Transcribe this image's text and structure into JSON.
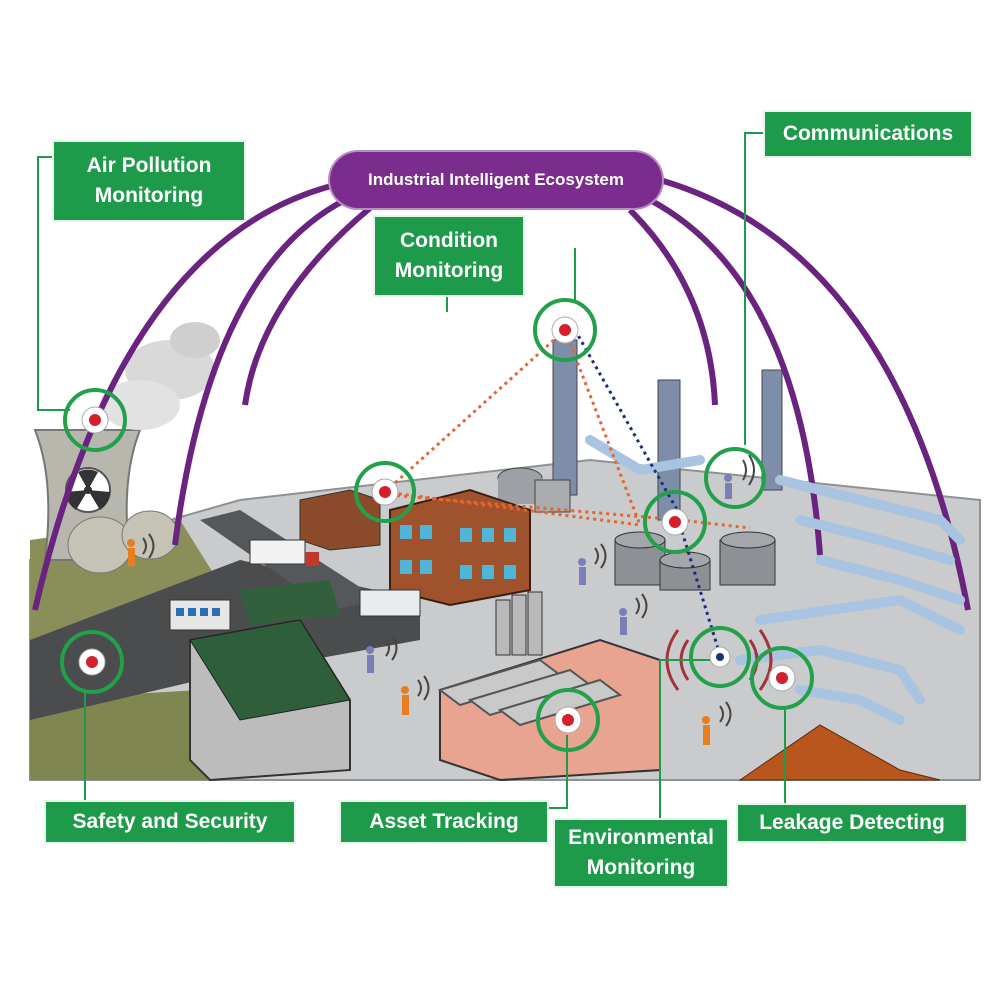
{
  "hub": {
    "title": "Industrial Intelligent Ecosystem"
  },
  "labels": {
    "air_pollution": "Air Pollution\nMonitoring",
    "communications": "Communications",
    "condition": "Condition\nMonitoring",
    "safety": "Safety and Security",
    "asset": "Asset Tracking",
    "environmental": "Environmental\nMonitoring",
    "leakage": "Leakage Detecting"
  },
  "colors": {
    "label_green": "#1e9a4b",
    "hub_purple": "#7a2d8c",
    "sensor_ring": "#22a04a",
    "sensor_dot": "#d4202c",
    "link_orange": "#e8642c",
    "link_navy": "#1c2f7a"
  }
}
